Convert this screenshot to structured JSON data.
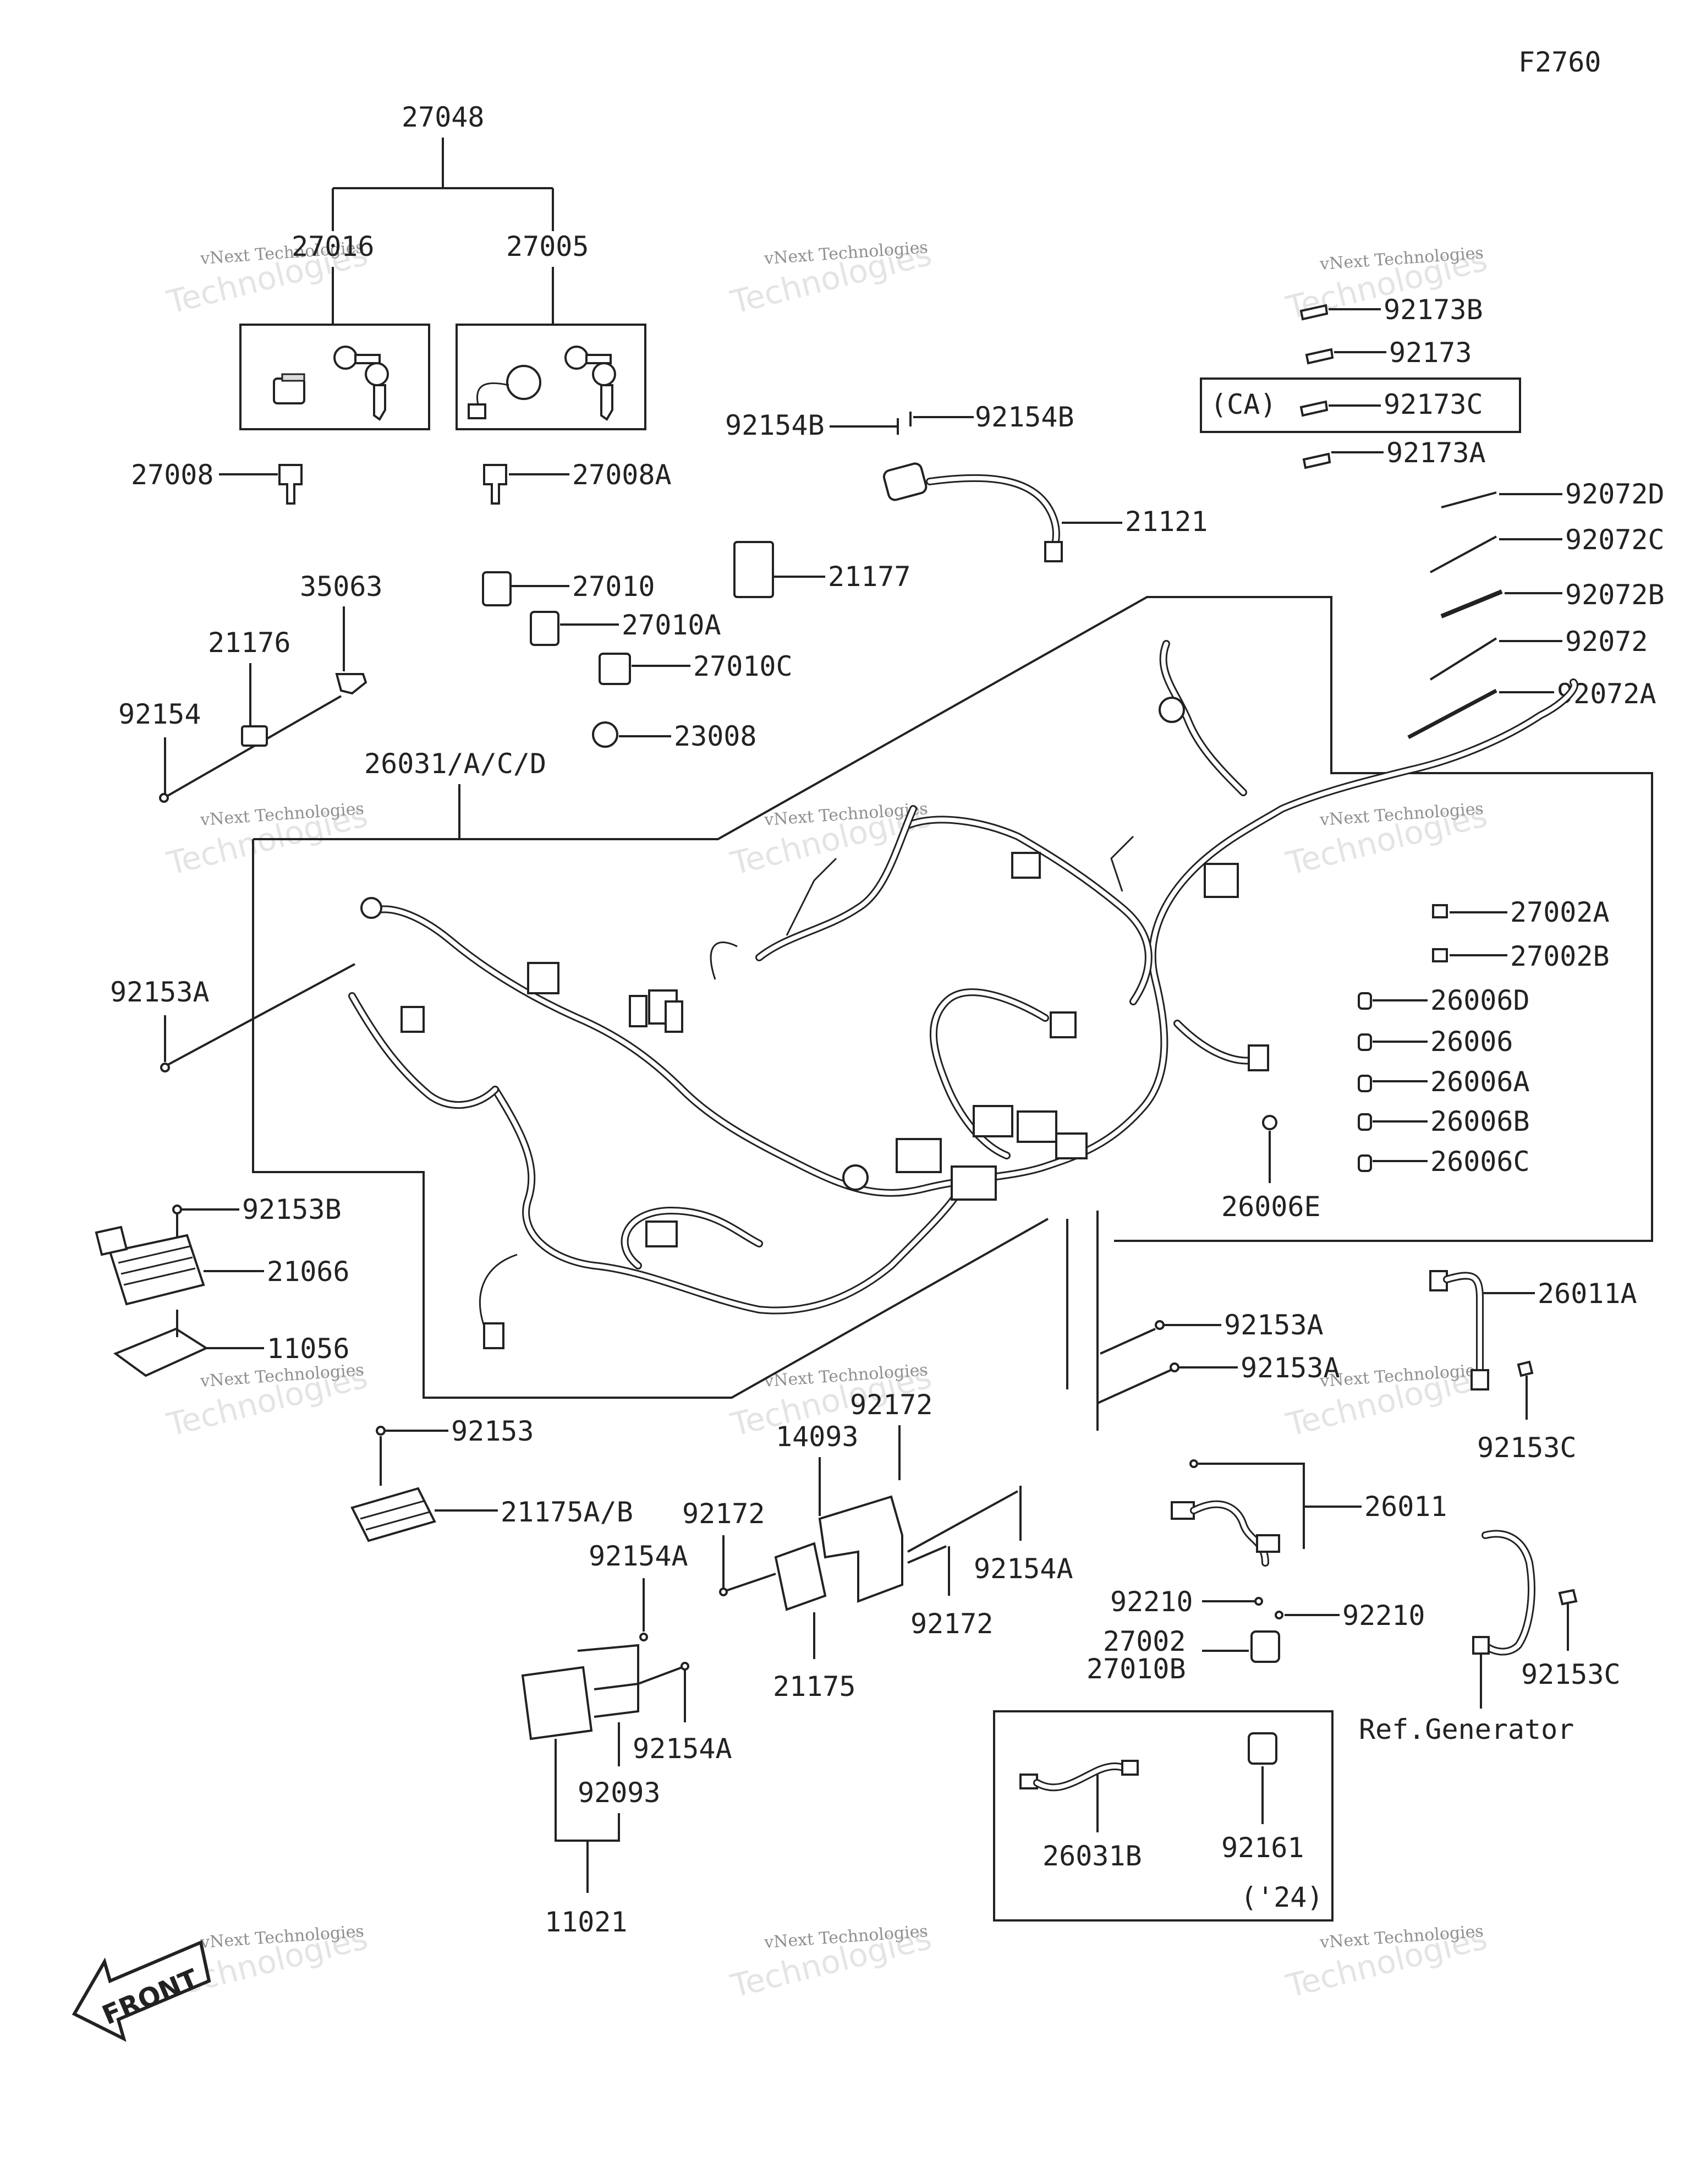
{
  "diagram_code": "F2760",
  "watermark": {
    "line1": "vNext Technologies",
    "line2": "Technologies"
  },
  "front_label": "FRONT",
  "groups": {
    "ignition_kit": "27048",
    "ecu_bracket_set": "11021"
  },
  "labels": {
    "p27016": "27016",
    "p27005": "27005",
    "p27008": "27008",
    "p27008A": "27008A",
    "p92154B_left": "92154B",
    "p92154B_right": "92154B",
    "p21121": "21121",
    "p21177": "21177",
    "p27010": "27010",
    "p27010A": "27010A",
    "p27010C": "27010C",
    "p23008": "23008",
    "p35063": "35063",
    "p21176": "21176",
    "p92154": "92154",
    "p26031ACD": "26031/A/C/D",
    "p92173B": "92173B",
    "p92173": "92173",
    "p92173C": "92173C",
    "ca_tag": "(CA)",
    "p92173A": "92173A",
    "p92072D": "92072D",
    "p92072C": "92072C",
    "p92072B": "92072B",
    "p92072": "92072",
    "p92072A": "92072A",
    "p27002A": "27002A",
    "p27002B": "27002B",
    "p26006D": "26006D",
    "p26006": "26006",
    "p26006A": "26006A",
    "p26006B": "26006B",
    "p26006C": "26006C",
    "p26006E": "26006E",
    "p92153A_left": "92153A",
    "p92153B": "92153B",
    "p21066": "21066",
    "p11056": "11056",
    "p92153": "92153",
    "p21175AB": "21175A/B",
    "p92153A_mid1": "92153A",
    "p92153A_mid2": "92153A",
    "p26011A": "26011A",
    "p92153C_top": "92153C",
    "p92172_top": "92172",
    "p14093": "14093",
    "p92172_left": "92172",
    "p92154A_top": "92154A",
    "p92154A_right": "92154A",
    "p92172_bottom": "92172",
    "p21175": "21175",
    "p92154A_bottom": "92154A",
    "p92093": "92093",
    "p26011": "26011",
    "p92210_left": "92210",
    "p92210_right": "92210",
    "p27002": "27002",
    "p27010B": "27010B",
    "p92153C_bottom": "92153C",
    "ref_generator": "Ref.Generator",
    "p26031B": "26031B",
    "p92161": "92161",
    "year_tag": "('24)"
  }
}
